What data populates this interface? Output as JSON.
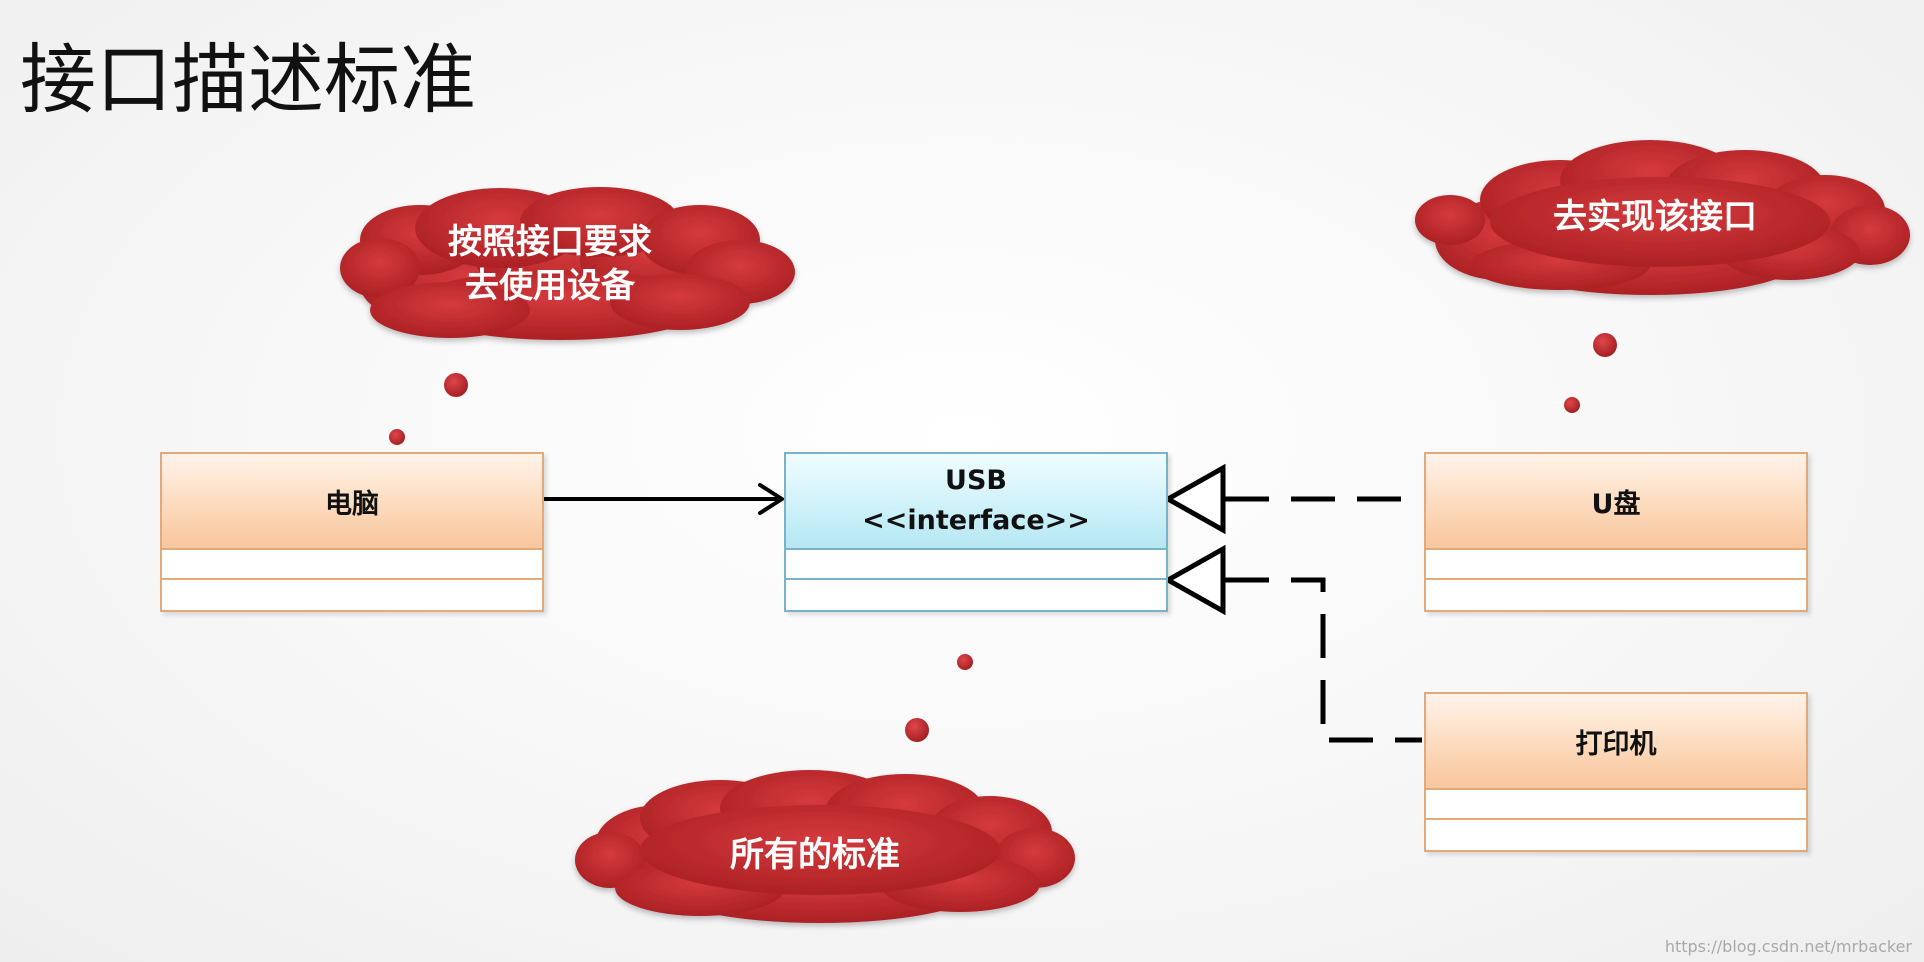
{
  "title": "接口描述标准",
  "boxes": {
    "computer": {
      "name": "电脑"
    },
    "usb": {
      "name": "USB",
      "stereotype": "<<interface>>"
    },
    "udisk": {
      "name": "U盘"
    },
    "printer": {
      "name": "打印机"
    }
  },
  "callouts": {
    "computer": {
      "line1": "按照接口要求",
      "line2": "去使用设备"
    },
    "implement": {
      "text": "去实现该接口"
    },
    "standard": {
      "text": "所有的标准"
    }
  },
  "colors": {
    "cloud": "#c0282c",
    "cloud_dark": "#8e1a1c",
    "orange_border": "#e4a97a",
    "blue_border": "#7ab3c9",
    "arrow": "#000000"
  },
  "watermark": "https://blog.csdn.net/mrbacker"
}
